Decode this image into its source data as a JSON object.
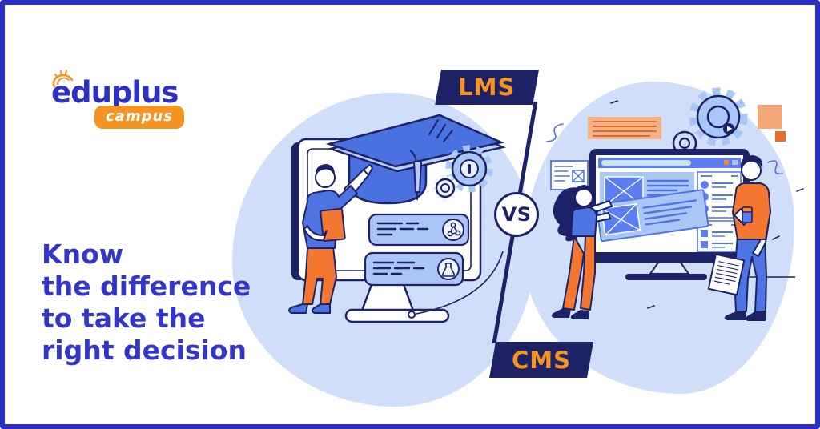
{
  "logo": {
    "brand": "eduplus",
    "badge": "campus"
  },
  "headline": {
    "lines": [
      "Know",
      "the difference",
      "to take the",
      "right decision"
    ]
  },
  "divider": {
    "top_label": "LMS",
    "middle_label": "VS",
    "bottom_label": "CMS"
  },
  "colors": {
    "frame_border": "#2c30c3",
    "navy": "#1d2266",
    "headline_blue": "#3336c9",
    "accent_orange": "#f7941e",
    "figure_orange": "#f47731",
    "mid_blue": "#4f74e3",
    "light_blue": "#aac6f7",
    "blob_blue": "#cfdff9",
    "note_orange": "#f5b183"
  },
  "illustrations": {
    "left": {
      "name": "lms-elearning-illustration",
      "elements": [
        "monitor",
        "graduation-cap",
        "tassel",
        "gear",
        "course-card-share",
        "course-card-flask",
        "presenter-man",
        "orange-book"
      ]
    },
    "right": {
      "name": "cms-content-illustration",
      "elements": [
        "cms-dashboard-monitor",
        "content-card",
        "woman-editor",
        "man-reviewer",
        "gear",
        "play-button",
        "sticky-note",
        "wireframe-card",
        "orange-squares",
        "document"
      ]
    }
  }
}
